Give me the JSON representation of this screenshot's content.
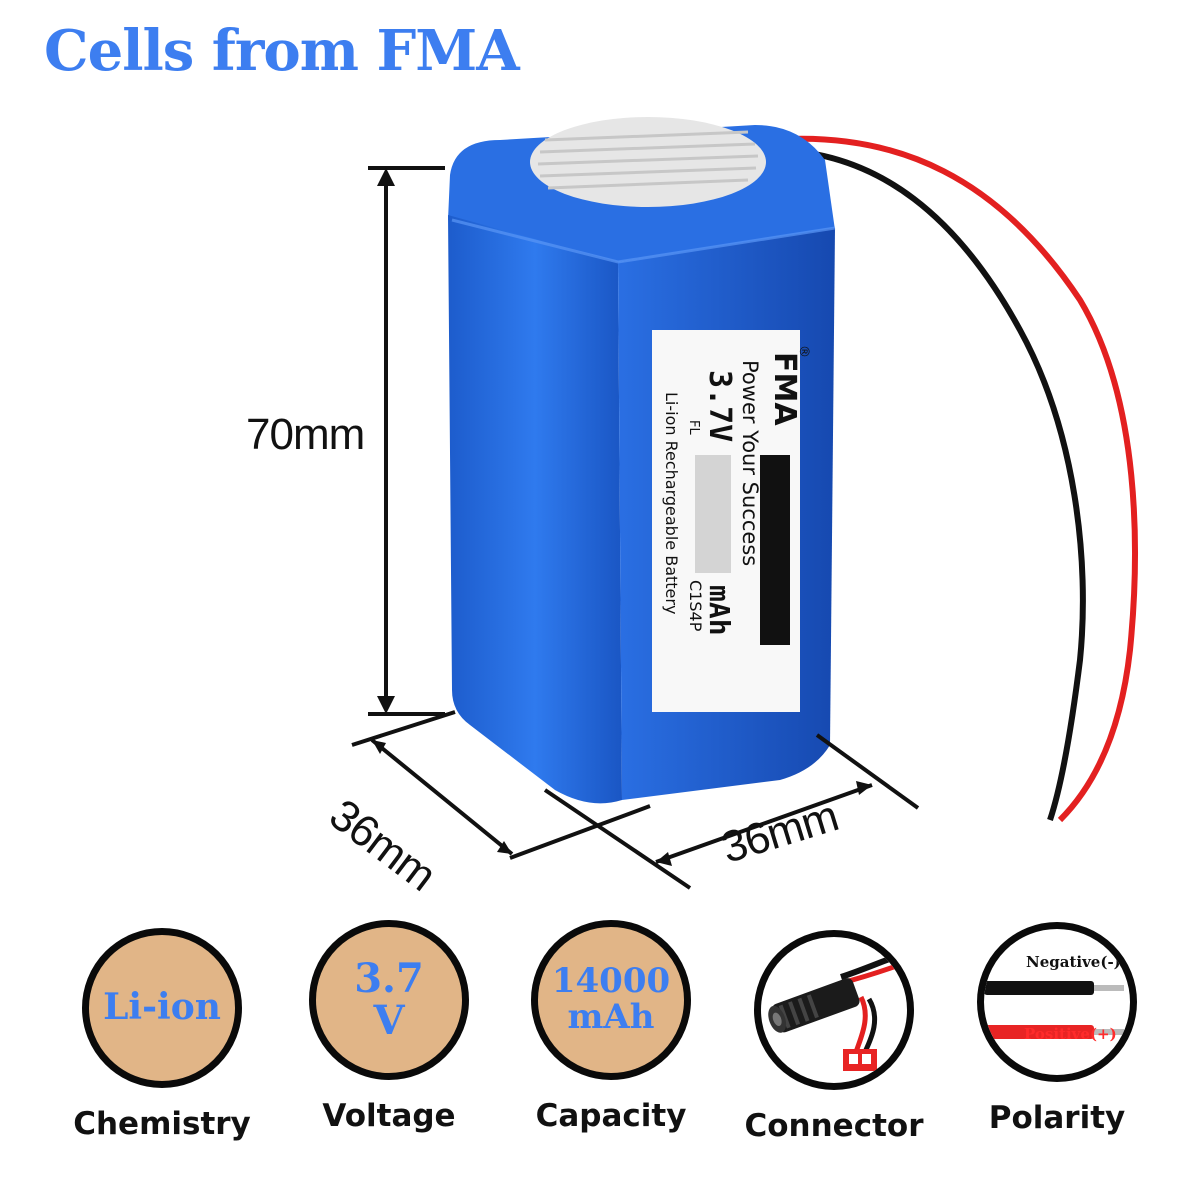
{
  "headline": "Cells from FMA",
  "dimensions": {
    "height": "70mm",
    "depth": "36mm",
    "width": "36mm"
  },
  "label": {
    "brand": "FMA",
    "registered": "®",
    "slogan": "Power Your Success",
    "voltage": "3.7V",
    "model_prefix": "FL",
    "capacity_unit": "mAh",
    "config": "C1S4P",
    "type": "Li-ion Rechargeable Battery"
  },
  "specs": {
    "chemistry": {
      "value": "Li-ion",
      "label": "Chemistry"
    },
    "voltage": {
      "value_line1": "3.7",
      "value_line2": "V",
      "label": "Voltage"
    },
    "capacity": {
      "value_line1": "14000",
      "value_line2": "mAh",
      "label": "Capacity"
    },
    "connector": {
      "label": "Connector"
    },
    "polarity": {
      "negative": "Negative(-)",
      "positive": "Positive(+)",
      "label": "Polarity"
    }
  },
  "colors": {
    "accent": "#3d7ef0",
    "battery_blue": "#1e63d2",
    "circle_fill": "#e1b587",
    "wire_red": "#e32020",
    "wire_black": "#111111"
  }
}
